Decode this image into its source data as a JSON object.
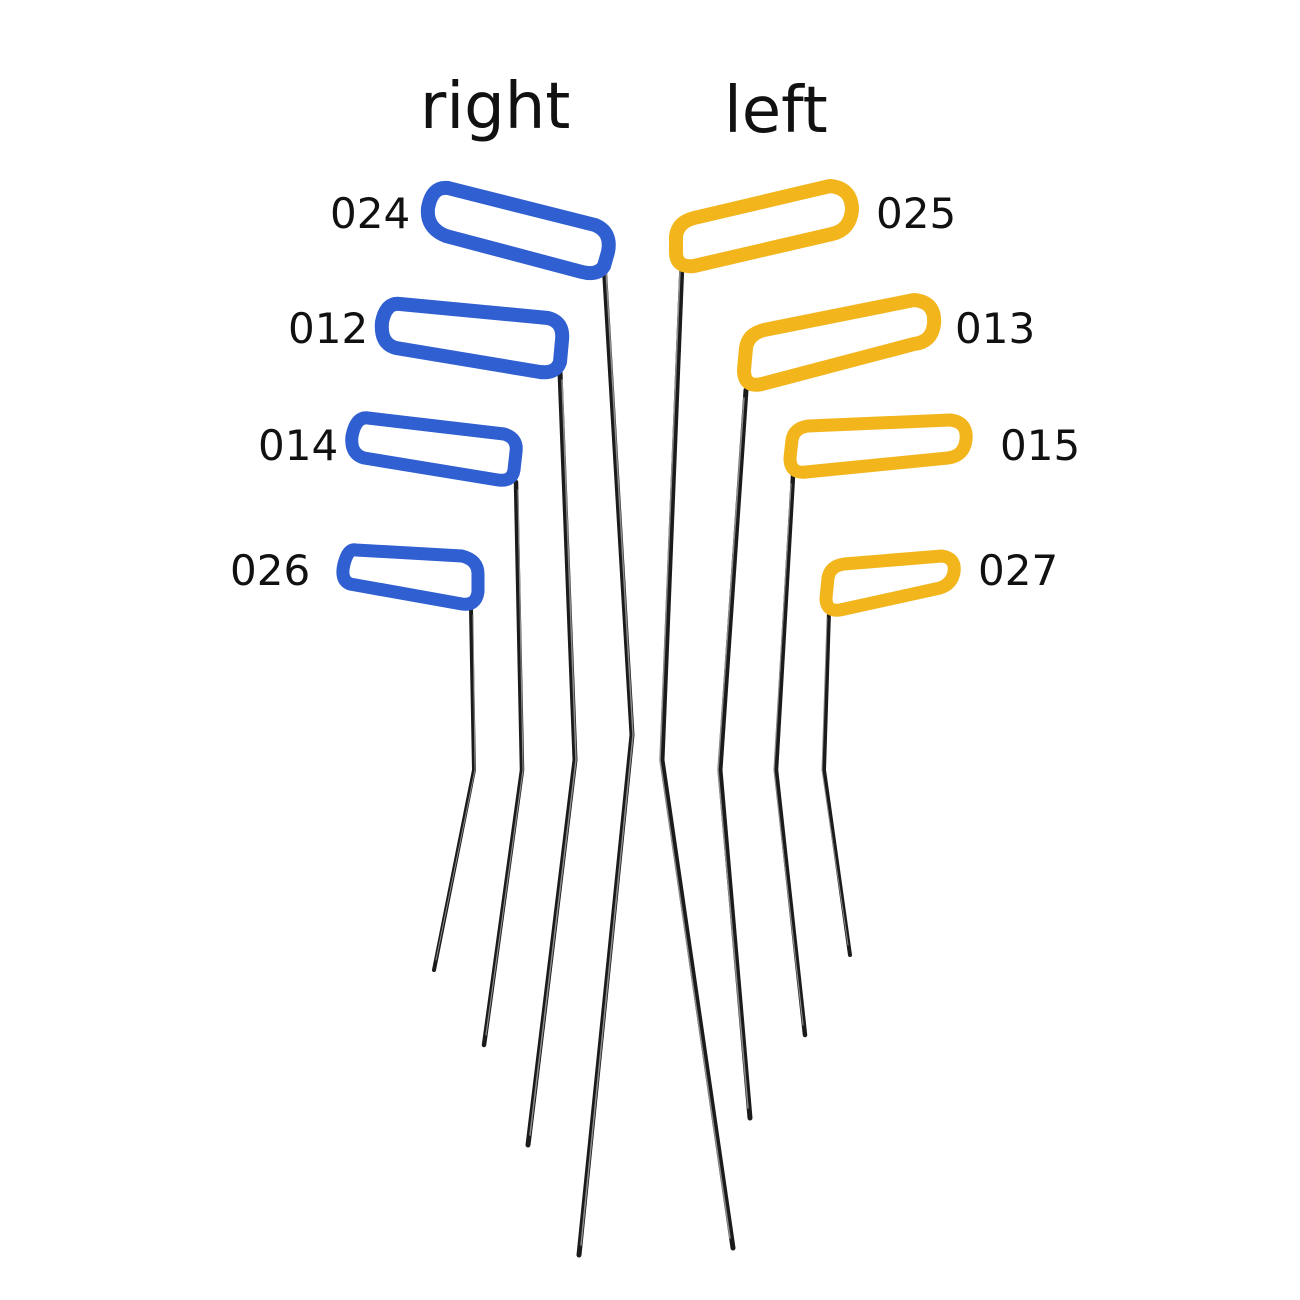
{
  "headings": {
    "right": "right",
    "left": "left"
  },
  "colors": {
    "right_handle": "#2f5fd0",
    "right_handle_edge": "#1d3f9e",
    "left_handle": "#f2b51c",
    "left_handle_edge": "#c98d0a",
    "shaft": "#1b1b1b",
    "background": "#ffffff"
  },
  "tools": {
    "right": [
      {
        "code": "024"
      },
      {
        "code": "012"
      },
      {
        "code": "014"
      },
      {
        "code": "026"
      }
    ],
    "left": [
      {
        "code": "025"
      },
      {
        "code": "013"
      },
      {
        "code": "015"
      },
      {
        "code": "027"
      }
    ]
  }
}
